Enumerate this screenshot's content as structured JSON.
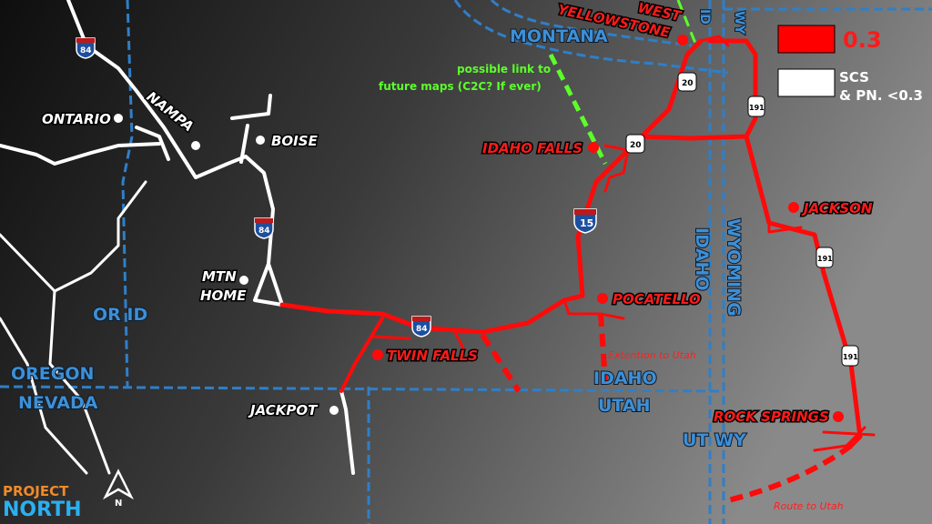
{
  "legend": {
    "red_label": "0.3",
    "white_label_line1": "SCS",
    "white_label_line2": "& PN. <0.3",
    "red_color": "#ff0000",
    "white_color": "#ffffff"
  },
  "cities": {
    "ontario": "ONTARIO",
    "nampa": "NAMPA",
    "boise": "BOISE",
    "mtn_home_1": "MTN",
    "mtn_home_2": "HOME",
    "jackpot": "JACKPOT",
    "twin_falls": "TWIN FALLS",
    "pocatello": "POCATELLO",
    "idaho_falls": "IDAHO FALLS",
    "west_yellowstone_1": "WEST",
    "west_yellowstone_2": "YELLOWSTONE",
    "jackson": "JACKSON",
    "rock_springs": "ROCK SPRINGS"
  },
  "states": {
    "montana": "MONTANA",
    "or_id": "OR ID",
    "oregon": "OREGON",
    "nevada": "NEVADA",
    "idaho": "IDAHO",
    "utah": "UTAH",
    "ut_wy": "UT WY",
    "idaho_vertical": "IDAHO",
    "wyoming_vertical": "WYOMING",
    "id_top": "ID",
    "wy_top": "WY"
  },
  "notes": {
    "possible_link_1": "possible link to",
    "possible_link_2": "future maps (C2C? If ever)",
    "extension_utah": "Extention to Utah",
    "route_utah": "Route to Utah"
  },
  "shields": {
    "i84": "84",
    "i15": "15",
    "us20": "20",
    "us191": "191"
  },
  "logo": {
    "line1": "PROJECT",
    "line2": "NORTH",
    "compass": "N"
  }
}
